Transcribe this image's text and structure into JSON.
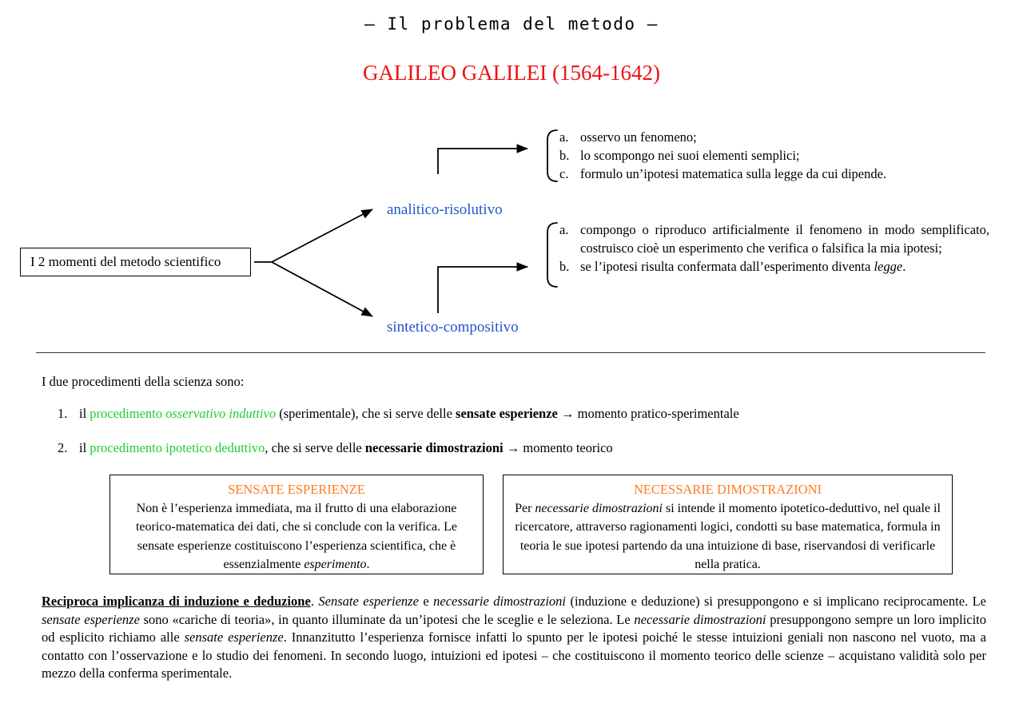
{
  "document": {
    "header_title": "– Il problema del metodo –",
    "subject_title": "GALILEO GALILEI (1564-1642)"
  },
  "diagram": {
    "root_label": "I 2 momenti del metodo scientifico",
    "branches": [
      {
        "label": "analitico-risolutivo"
      },
      {
        "label": "sintetico-compositivo"
      }
    ],
    "list_analitico": [
      {
        "marker": "a.",
        "text": "osservo un fenomeno;"
      },
      {
        "marker": "b.",
        "text": "lo scompongo nei suoi elementi semplici;"
      },
      {
        "marker": "c.",
        "text": "formulo un’ipotesi matematica sulla legge da cui dipende."
      }
    ],
    "list_sintetico": {
      "item_a_marker": "a.",
      "item_a_text": "compongo o riproduco artificialmente il fenomeno in modo semplificato, costruisco cioè un esperimento che verifica o falsifica la mia ipotesi;",
      "item_b_marker": "b.",
      "item_b_text_1": "se l’ipotesi risulta confermata dall’esperimento diventa ",
      "item_b_text_em": "legge",
      "item_b_text_2": "."
    }
  },
  "procedures": {
    "lead": "I due procedimenti della scienza sono:",
    "item1": {
      "num": "1.",
      "t1": "il ",
      "green": "procedimento ",
      "green_italic": "osservativo induttivo",
      "t2": " (sperimentale), che si serve delle ",
      "bold": "sensate esperienze",
      "t3": " → momento pratico-sperimentale"
    },
    "item2": {
      "num": "2.",
      "t1": "il ",
      "green": "procedimento ipotetico deduttivo",
      "t2": ", che si serve delle ",
      "bold": "necessarie dimostrazioni",
      "t3": " → momento teorico"
    }
  },
  "boxes": {
    "sensate": {
      "title": "SENSATE ESPERIENZE",
      "body_1": "Non è l’esperienza immediata, ma il frutto di una elaborazione teorico-matematica dei dati, che si conclude con la verifica. Le sensate esperienze costituiscono l’esperienza scientifica, che è essenzialmente ",
      "body_em": "esperimento",
      "body_2": "."
    },
    "necessarie": {
      "title": "NECESSARIE DIMOSTRAZIONI",
      "body_1": "Per ",
      "body_em": "necessarie dimostrazioni",
      "body_2": " si intende il momento ipotetico-deduttivo, nel quale il ricercatore, attraverso ragionamenti logici, condotti su base matematica, formula in teoria le sue ipotesi partendo da una intuizione di base, riservandosi di verificarle nella pratica."
    }
  },
  "conclusion": {
    "heading": "Reciproca implicanza di induzione e deduzione",
    "s1": ". ",
    "em1": "Sensate esperienze",
    "s2": " e ",
    "em2": "necessarie dimostrazioni",
    "s3": " (induzione e deduzione) si presuppongono e si implicano reciprocamente. Le ",
    "em3": "sensate esperienze",
    "s4": " sono «cariche di teoria», in quanto illuminate da un’ipotesi che le sceglie e le seleziona. Le ",
    "em4": "necessarie dimostrazioni",
    "s5": " presuppongono sempre un loro implicito od esplicito richiamo alle ",
    "em5": "sensate esperienze",
    "s6": ". Innanzitutto l’esperienza fornisce infatti lo spunto per le ipotesi poiché le stesse intuizioni geniali non nascono nel vuoto, ma a contatto con l’osservazione e lo studio dei fenomeni. In secondo luogo, intuizioni ed ipotesi – che costituiscono il momento teorico delle scienze – acquistano validità solo per mezzo della conferma sperimentale."
  },
  "colors": {
    "title_red": "#ee1111",
    "branch_blue": "#2255cc",
    "accent_green": "#22cc33",
    "box_title_orange": "#ff7a22"
  }
}
